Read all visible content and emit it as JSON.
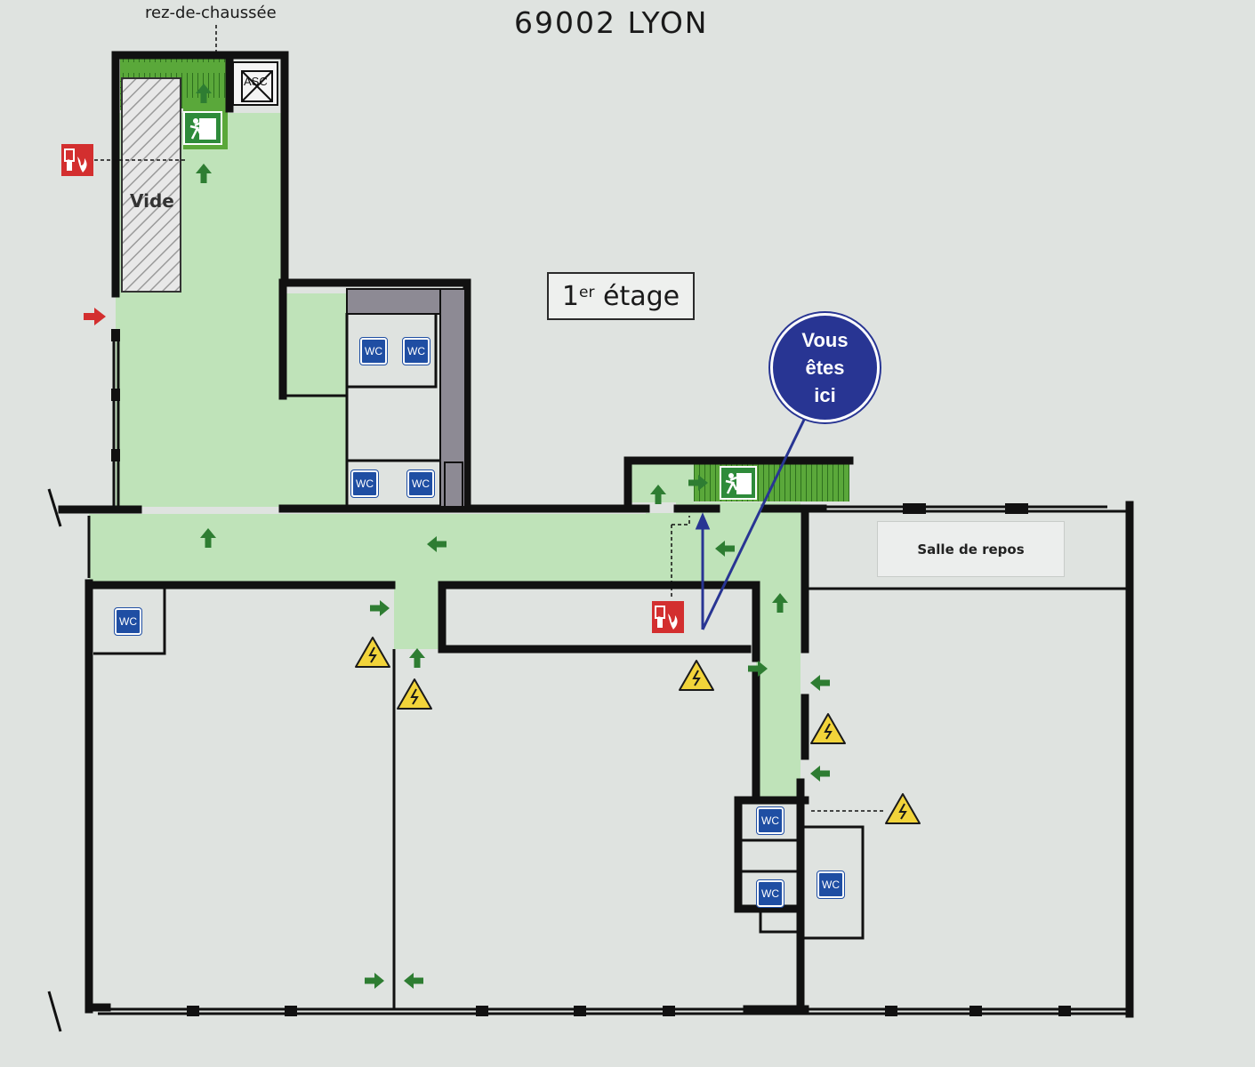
{
  "header": {
    "city_line": "69002  LYON",
    "stair_link_label": "rez-de-chaussée"
  },
  "floor": {
    "label_main": "1",
    "label_sup": "er",
    "label_rest": " étage"
  },
  "rooms": {
    "void_label": "Vide",
    "break_room_label": "Salle de repos",
    "wc_label": "WC",
    "elevator_label": "ASC"
  },
  "you_are_here": {
    "lines": [
      "Vous",
      "êtes",
      "ici"
    ]
  },
  "colors": {
    "evacuation_path": "#bfe3b9",
    "exit_stair": "#5aa83a",
    "wall": "#111111",
    "arrow": "#2e7d32",
    "wc_badge": "#1f4ea3",
    "fire_alarm": "#d32f2f",
    "electric_hazard": "#f2d43a",
    "you_are_here": "#283593"
  },
  "legend_icons": [
    "emergency-exit-icon",
    "fire-alarm-icon",
    "electrical-hazard-icon",
    "wc-icon",
    "elevator-icon",
    "evacuation-arrow-icon",
    "entrance-arrow-icon"
  ]
}
